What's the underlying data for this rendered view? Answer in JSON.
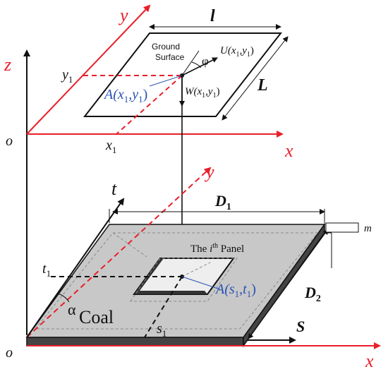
{
  "labels": {
    "axis_y_top": "y",
    "axis_z": "z",
    "axis_x_top": "x",
    "origin_top": "o",
    "y1_tick": "y",
    "y1_sub": "1",
    "x1_tick": "x",
    "x1_sub": "1",
    "ground_surface_line1": "Ground",
    "ground_surface_line2": "Surface",
    "l_width": "l",
    "L_length": "L",
    "phi": "φ",
    "U_label": "U(x",
    "U_sub1": "1",
    "U_mid": ",y",
    "U_sub2": "1",
    "U_end": ")",
    "W_label": "W(x",
    "W_sub1": "1",
    "W_mid": ",y",
    "W_sub2": "1",
    "W_end": ")",
    "A_top": "A(x",
    "A_top_sub1": "1",
    "A_top_mid": ",y",
    "A_top_sub2": "1",
    "A_top_end": ")",
    "axis_t": "t",
    "axis_y_bottom": "y",
    "axis_x_bottom": "x",
    "origin_bottom": "o",
    "D1": "D",
    "D1_sub": "1",
    "D2": "D",
    "D2_sub": "2",
    "m_label": "m",
    "panel_the": "The ",
    "panel_i": "i",
    "panel_th": "th",
    "panel_word": " Panel",
    "t1_tick": "t",
    "t1_sub": "1",
    "s1_tick": "s",
    "s1_sub": "1",
    "alpha": "α",
    "coal": "Coal",
    "A_bot": "A(s",
    "A_bot_sub1": "1",
    "A_bot_mid": ",t",
    "A_bot_sub2": "1",
    "A_bot_end": ")",
    "S_label": "S"
  },
  "colors": {
    "red": "#e8202a",
    "black": "#111111",
    "blue": "#2a52b4",
    "slab_top": "#c8c8c8",
    "slab_edge": "#444444",
    "panel_fill": "#eeeeee"
  }
}
